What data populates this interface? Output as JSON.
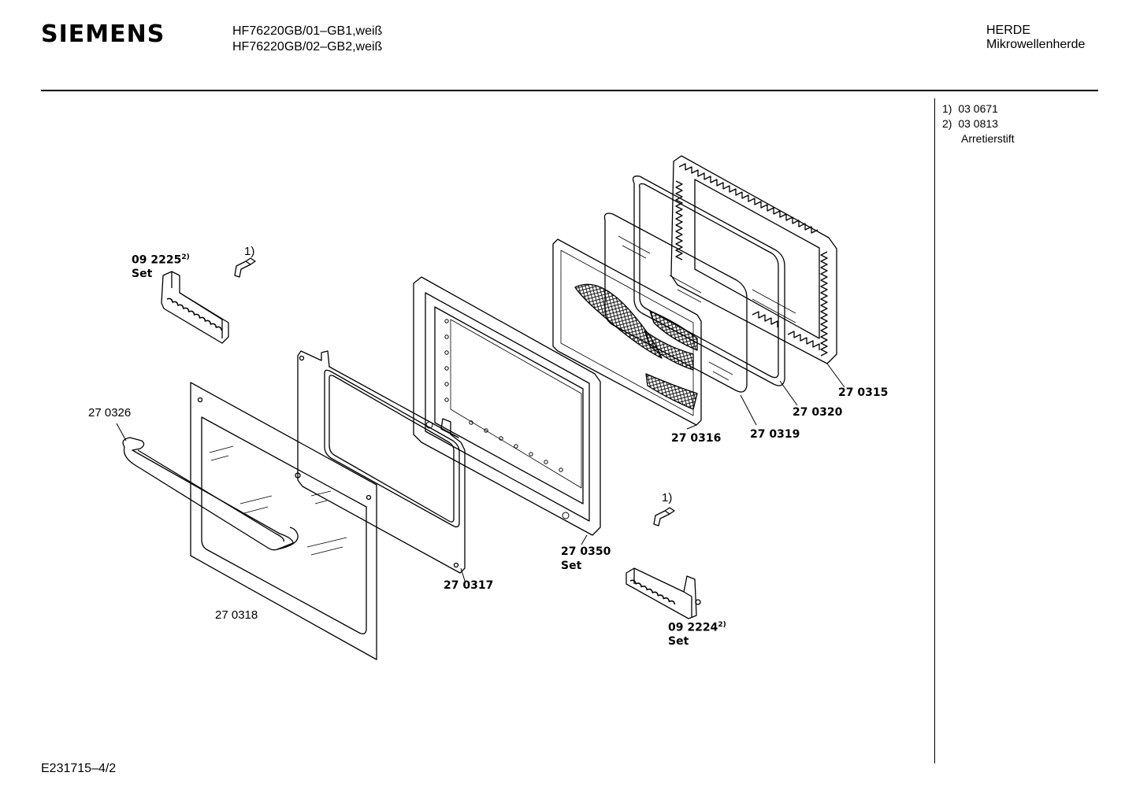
{
  "header": {
    "brand": "SIEMENS",
    "model_lines": [
      "HF76220GB/01–GB1,weiß",
      "HF76220GB/02–GB2,weiß"
    ],
    "category": "HERDE",
    "subcategory": "Mikrowellenherde"
  },
  "notes": {
    "note1_num": "1)",
    "note1_val": "03 0671",
    "note2_num": "2)",
    "note2_val": "03 0813",
    "note2_desc": "Arretierstift"
  },
  "parts": {
    "p092225": "09 2225",
    "p092225_sup": "2)",
    "p092225_set": "Set",
    "ref1_top": "1)",
    "p270326": "27 0326",
    "p270318": "27 0318",
    "p270317": "27 0317",
    "p270350": "27 0350",
    "p270350_set": "Set",
    "p270316": "27 0316",
    "p270319": "27 0319",
    "p270320": "27 0320",
    "p270315": "27 0315",
    "ref1_bottom": "1)",
    "p092224": "09 2224",
    "p092224_sup": "2)",
    "p092224_set": "Set"
  },
  "footer": {
    "doc_id": "E231715–4/2"
  }
}
